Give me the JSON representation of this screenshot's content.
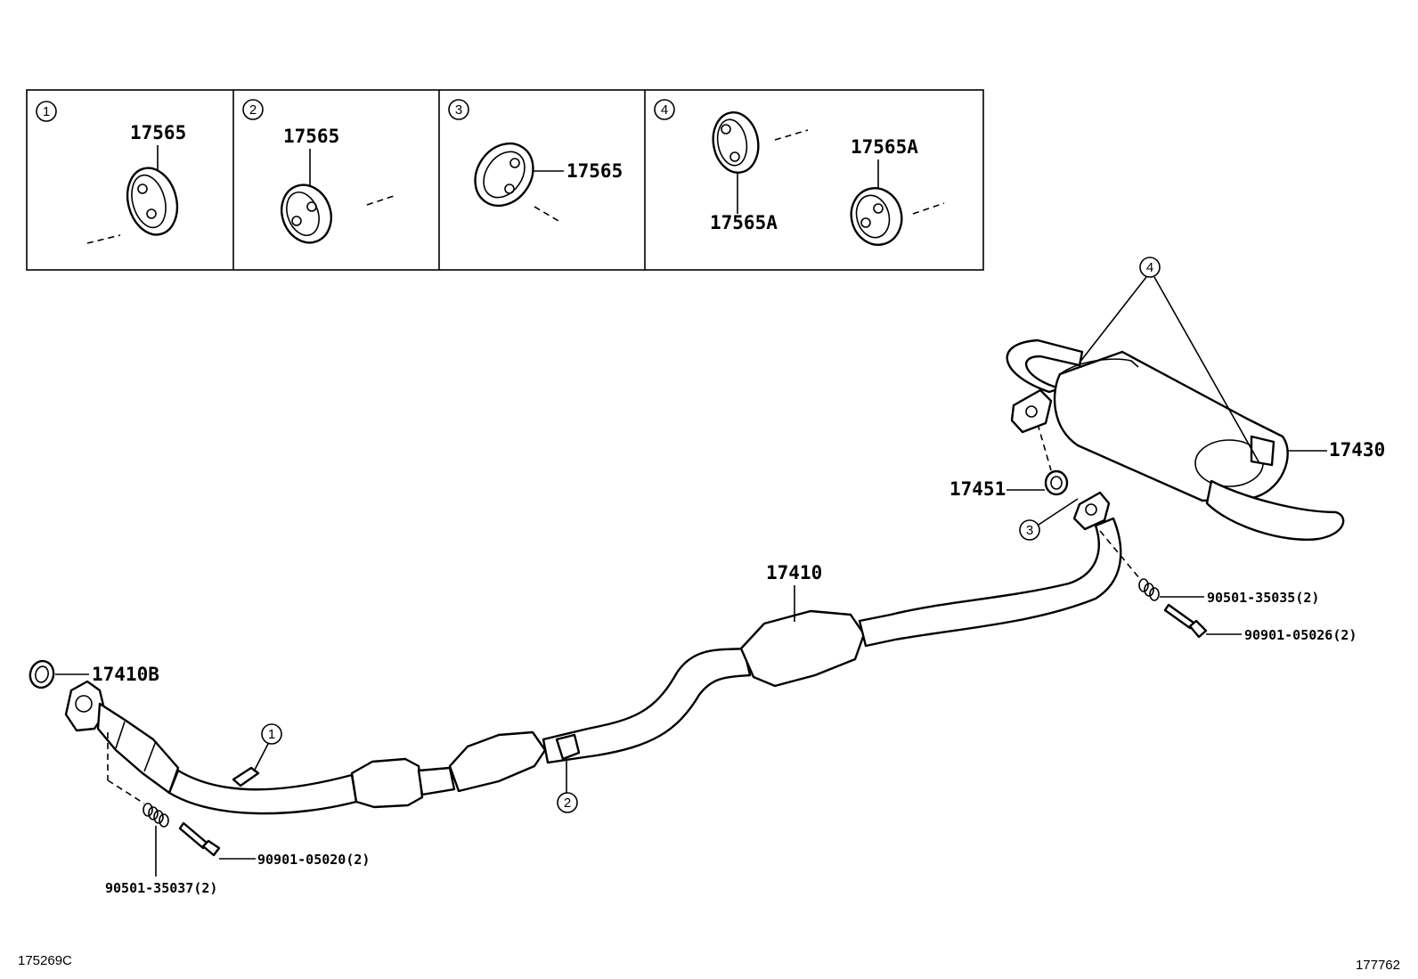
{
  "insets": [
    {
      "number": "1",
      "part": "17565"
    },
    {
      "number": "2",
      "part": "17565"
    },
    {
      "number": "3",
      "part": "17565"
    },
    {
      "number": "4",
      "part_a": "17565A",
      "part_b": "17565A"
    }
  ],
  "parts": {
    "front_pipe": "17410",
    "gasket_front": "17410B",
    "tail_pipe": "17430",
    "gasket_rear": "17451",
    "spring_rear": "90501-35035(2)",
    "bolt_rear": "90901-05026(2)",
    "bolt_front": "90901-05020(2)",
    "spring_front": "90501-35037(2)"
  },
  "callouts": {
    "c1": "1",
    "c2": "2",
    "c3": "3",
    "c4": "4"
  },
  "footer": {
    "left_code": "175269C",
    "right_code": "177762"
  }
}
